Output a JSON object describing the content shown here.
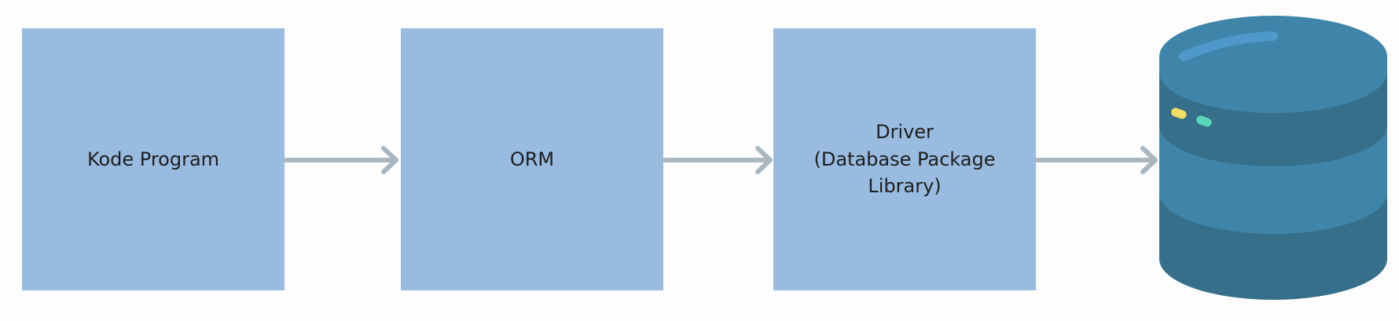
{
  "diagram": {
    "nodes": [
      {
        "id": "code",
        "label": "Kode Program"
      },
      {
        "id": "orm",
        "label": "ORM"
      },
      {
        "id": "driver",
        "label": "Driver\n(Database Package\nLibrary)"
      }
    ],
    "edges": [
      {
        "from": "code",
        "to": "orm"
      },
      {
        "from": "orm",
        "to": "driver"
      },
      {
        "from": "driver",
        "to": "database"
      }
    ],
    "database_icon": "database-icon",
    "colors": {
      "box": "#98bbdf",
      "arrow": "#a9b7c0",
      "db_dark": "#366f8a",
      "db_light": "#3f85a9",
      "db_highlight": "#4f98cb",
      "led_yellow": "#f3de63",
      "led_green": "#59d7b9"
    }
  }
}
